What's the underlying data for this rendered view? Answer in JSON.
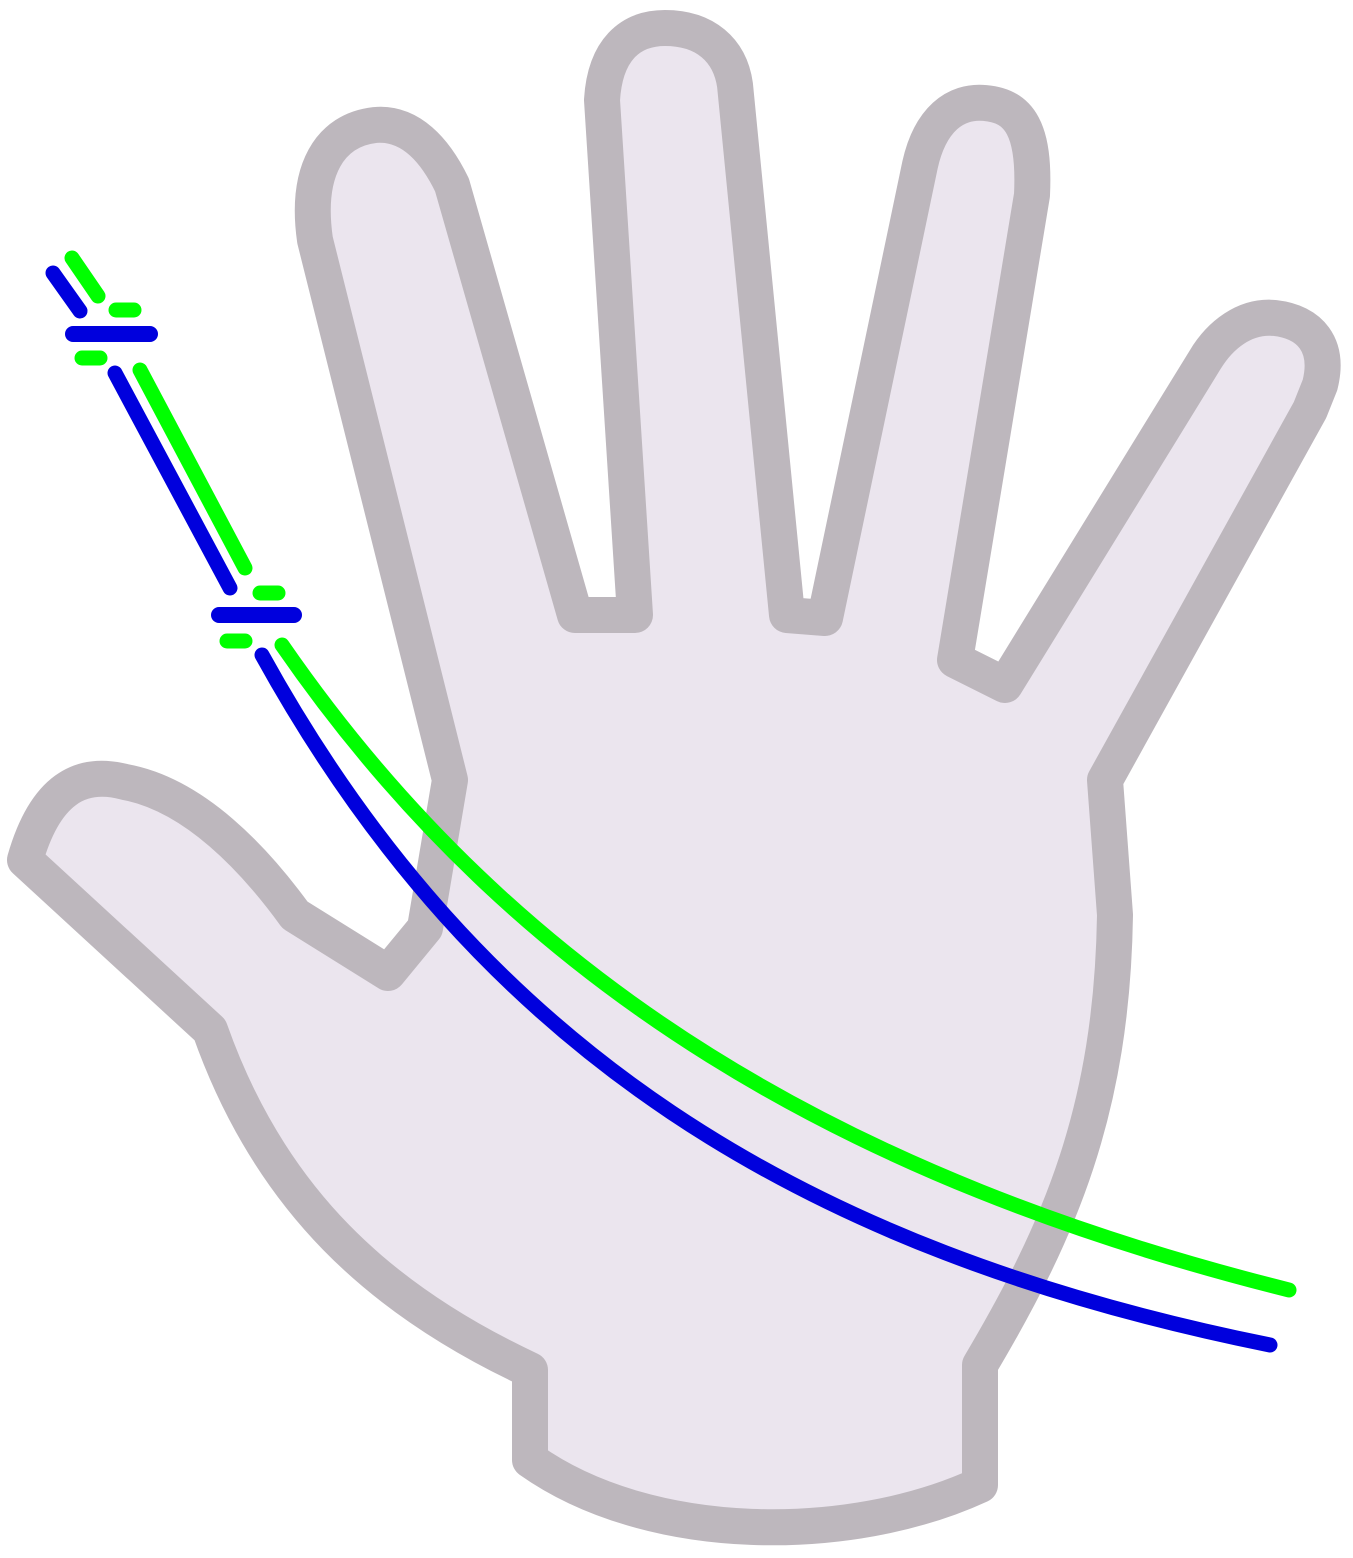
{
  "colors": {
    "background": "#ffffff",
    "hand_fill": "#ebe5ee",
    "hand_outline": "#bdb7bd",
    "line_green": "#00ff00",
    "line_blue": "#0000dd"
  },
  "diagram": {
    "subject": "hand",
    "lines": [
      {
        "color_name": "green",
        "break_marks": 2
      },
      {
        "color_name": "blue",
        "break_marks": 2
      }
    ]
  }
}
